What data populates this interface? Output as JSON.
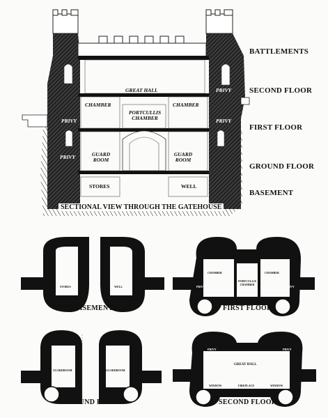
{
  "section": {
    "caption": "SECTIONAL VIEW THROUGH THE GATEHOUSE",
    "levels": {
      "battlements": "BATTLEMENTS",
      "second_floor": "SECOND FLOOR",
      "first_floor": "FIRST FLOOR",
      "ground_floor": "GROUND FLOOR",
      "basement": "BASEMENT"
    },
    "rooms": {
      "great_hall": "GREAT HALL",
      "privy": "PRIVY",
      "chamber": "CHAMBER",
      "portcullis_chamber_1": "PORTCULLIS",
      "portcullis_chamber_2": "CHAMBER",
      "guard_room_1": "GUARD",
      "guard_room_2": "ROOM",
      "stores": "STORES",
      "well": "WELL"
    }
  },
  "plans": {
    "basement": {
      "title": "BASEMENT",
      "labels": {
        "stores": "STORES",
        "well": "WELL"
      }
    },
    "first_floor": {
      "title": "FIRST FLOOR",
      "labels": {
        "chamber": "CHAMBER",
        "portcullis_1": "PORTCULLIS",
        "portcullis_2": "CHAMBER",
        "privy": "PRIVY"
      }
    },
    "ground_floor": {
      "title": "GROUND FLOOR",
      "labels": {
        "guardroom": "GUARDROOM"
      }
    },
    "second_floor": {
      "title": "SECOND FLOOR",
      "labels": {
        "great_hall": "GREAT HALL",
        "privy": "PRIVY",
        "fireplace": "FIREPLACE",
        "window": "WINDOW"
      }
    }
  }
}
